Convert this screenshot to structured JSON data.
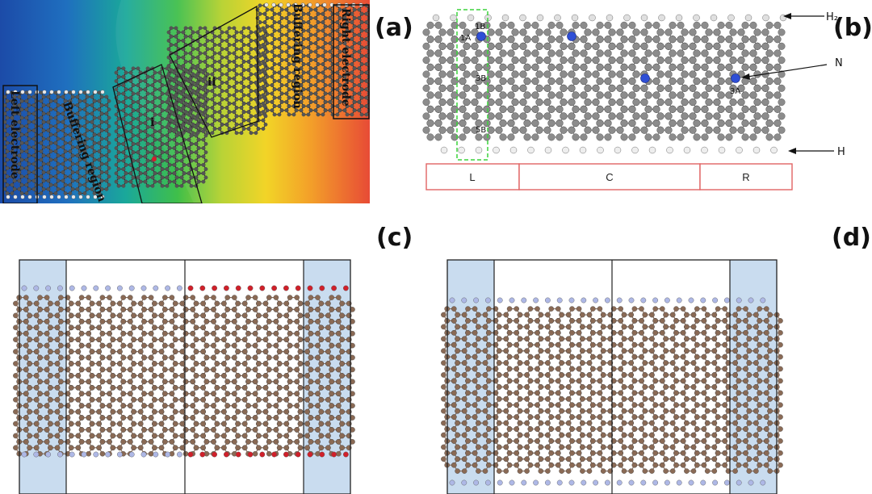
{
  "panels": {
    "a": {
      "label": "(a)",
      "regions": {
        "left_electrode": "Left electrode",
        "left_buffer": "Buffering region",
        "region_i": "i",
        "region_ii": "ii",
        "right_buffer": "Buffering region",
        "right_electrode": "Right electrode"
      }
    },
    "b": {
      "label": "(b)",
      "annotations": {
        "h2": "H₂",
        "n": "N",
        "h": "H"
      },
      "sites": {
        "s1a": "1A",
        "s1b": "1B",
        "s3b": "3B",
        "s5b": "5B",
        "s3a": "3A"
      },
      "sections": {
        "left": "L",
        "center": "C",
        "right": "R"
      }
    },
    "c": {
      "label": "(c)"
    },
    "d": {
      "label": "(d)"
    }
  },
  "colors": {
    "carbon_gray": "#8c8c8c",
    "carbon_brown": "#8a6a55",
    "nitrogen_blue": "#2f4fd6",
    "hydrogen_light": "#aeb8e6",
    "oxygen_red": "#d0202a",
    "electrode_fill": "#c9dcef",
    "section_box": "#e26464",
    "dashed_green": "#3bd33b"
  }
}
